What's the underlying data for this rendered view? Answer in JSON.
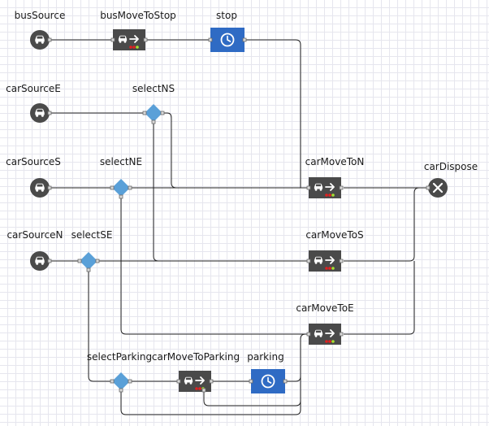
{
  "blocks": [
    {
      "id": "busSource",
      "label": "busSource",
      "kind": "source"
    },
    {
      "id": "busMoveToStop",
      "label": "busMoveToStop",
      "kind": "moveTo"
    },
    {
      "id": "stop",
      "label": "stop",
      "kind": "delay"
    },
    {
      "id": "carSourceE",
      "label": "carSourceE",
      "kind": "source"
    },
    {
      "id": "selectNS",
      "label": "selectNS",
      "kind": "select"
    },
    {
      "id": "carSourceS",
      "label": "carSourceS",
      "kind": "source"
    },
    {
      "id": "selectNE",
      "label": "selectNE",
      "kind": "select"
    },
    {
      "id": "carMoveToN",
      "label": "carMoveToN",
      "kind": "moveTo"
    },
    {
      "id": "carDispose",
      "label": "carDispose",
      "kind": "dispose"
    },
    {
      "id": "carSourceN",
      "label": "carSourceN",
      "kind": "source"
    },
    {
      "id": "selectSE",
      "label": "selectSE",
      "kind": "select"
    },
    {
      "id": "carMoveToS",
      "label": "carMoveToS",
      "kind": "moveTo"
    },
    {
      "id": "carMoveToE",
      "label": "carMoveToE",
      "kind": "moveTo"
    },
    {
      "id": "selectParking",
      "label": "selectParking",
      "kind": "select"
    },
    {
      "id": "carMoveToParking",
      "label": "carMoveToParking",
      "kind": "moveTo"
    },
    {
      "id": "parking",
      "label": "parking",
      "kind": "delay"
    }
  ],
  "colors": {
    "source": "#4a4a4a",
    "moveTo": "#4a4a4a",
    "delay": "#2f6bc4",
    "select": "#5aa0d8",
    "dispose": "#4a4a4a",
    "connector": "#222222"
  }
}
